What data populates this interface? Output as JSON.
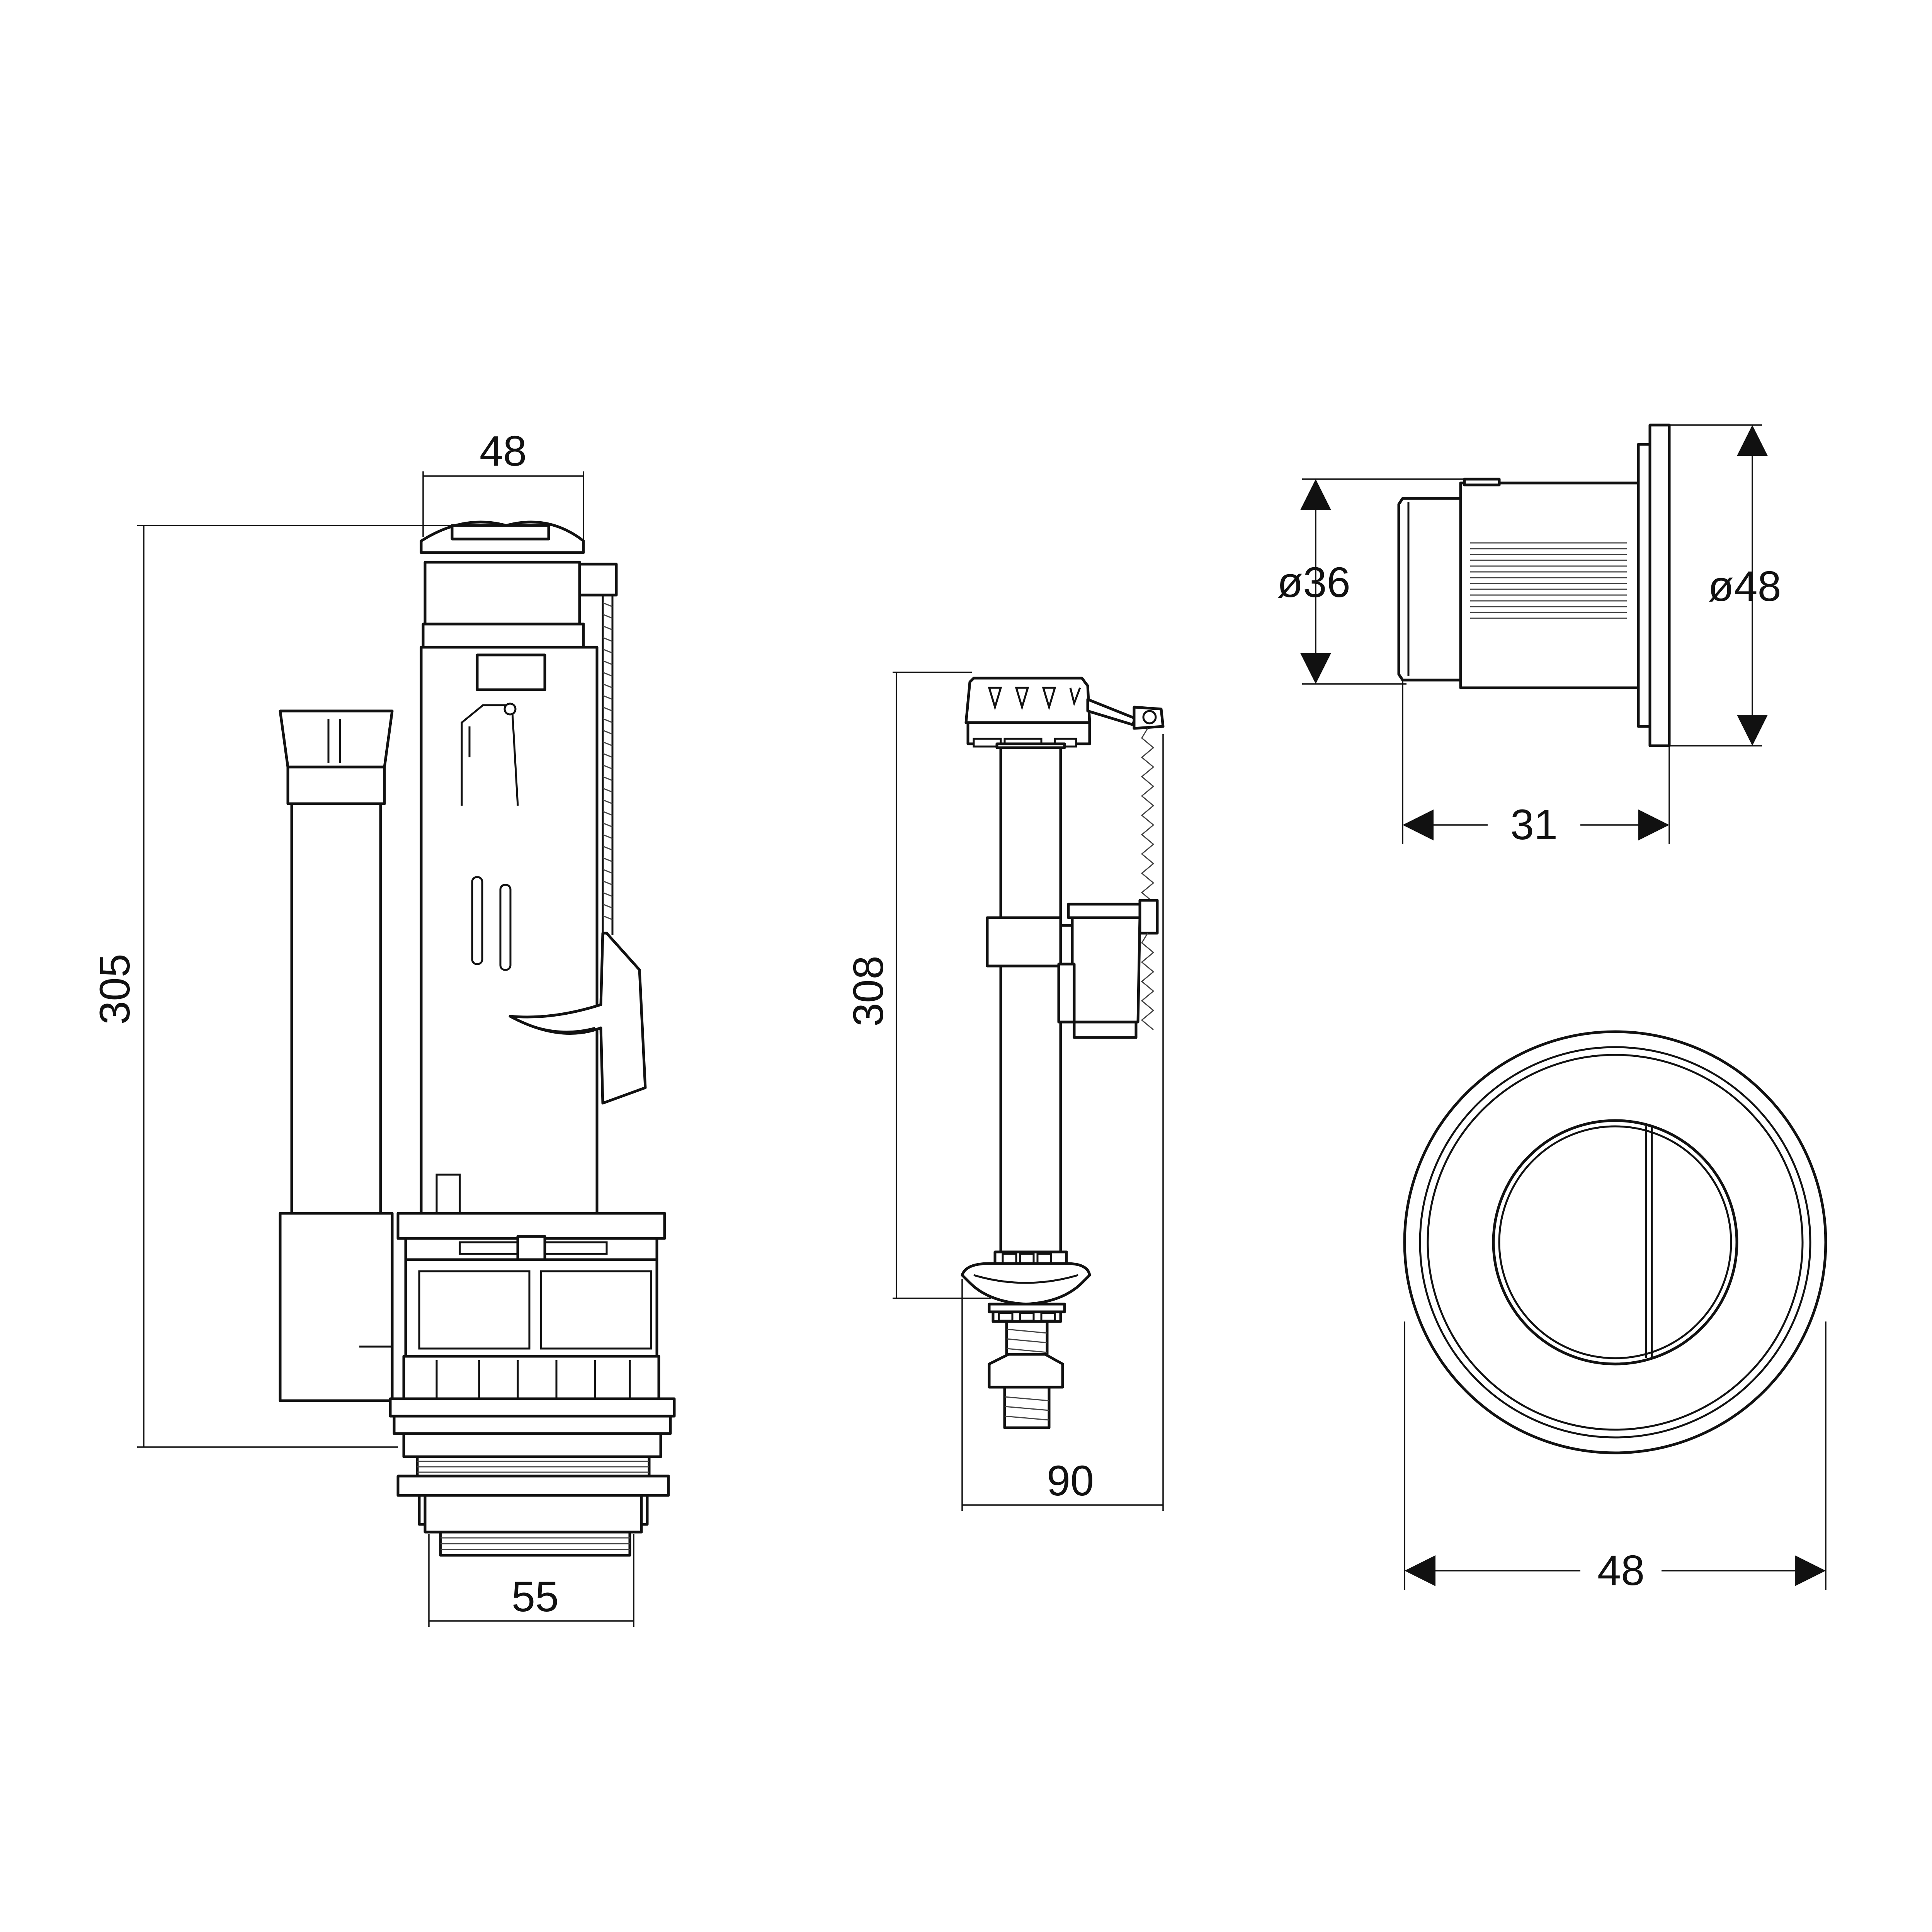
{
  "flush_valve": {
    "dim_top_width": "48",
    "dim_height": "305",
    "dim_base_width": "55"
  },
  "fill_valve": {
    "dim_height": "308",
    "dim_width": "90"
  },
  "push_button_side": {
    "dim_inner_diameter": "ø36",
    "dim_outer_diameter": "ø48",
    "dim_depth": "31"
  },
  "push_button_front": {
    "dim_diameter": "48"
  }
}
